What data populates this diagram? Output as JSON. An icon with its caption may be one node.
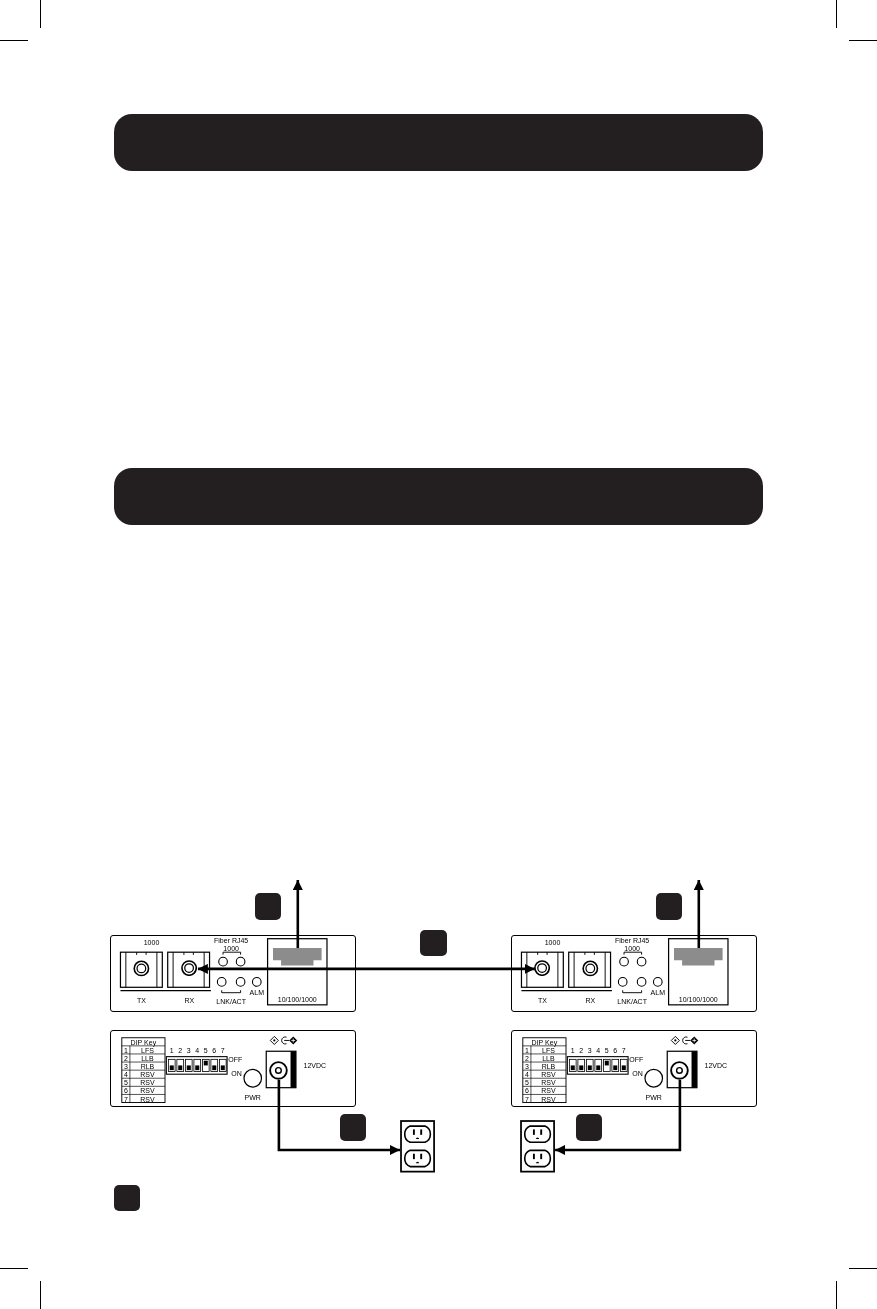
{
  "diagram": {
    "nodes": [
      {
        "text": [],
        "shape": "bar"
      },
      {
        "text": [],
        "shape": "bar"
      },
      {
        "text": [
          "1000",
          "Fiber RJ45",
          "1000",
          "TX",
          "RX",
          "LNK/ACT",
          "ALM",
          "10/100/1000"
        ]
      },
      {
        "text": [],
        "shape": "circle",
        "in": 2
      },
      {
        "text": [],
        "shape": "box",
        "in": 2
      },
      {
        "text": [
          "1000",
          "Fiber RJ45",
          "1000",
          "TX",
          "RX",
          "LNK/ACT",
          "ALM",
          "10/100/1000"
        ]
      },
      {
        "text": [],
        "shape": "circle",
        "in": 5
      },
      {
        "text": [],
        "shape": "box",
        "in": 5
      },
      {
        "text": [
          "DIP Key",
          "1",
          "LFS",
          "2",
          "LLB",
          "3",
          "RLB",
          "4",
          "RSV",
          "5",
          "RSV",
          "6",
          "RSV",
          "7",
          "RSV",
          "1",
          "2",
          "3",
          "4",
          "5",
          "6",
          "7",
          "OFF",
          "ON",
          "PWR",
          "12VDC"
        ]
      },
      {
        "text": [],
        "shape": "circle",
        "in": 8
      },
      {
        "text": [
          "DIP Key",
          "1",
          "LFS",
          "2",
          "LLB",
          "3",
          "RLB",
          "4",
          "RSV",
          "5",
          "RSV",
          "6",
          "RSV",
          "7",
          "RSV",
          "1",
          "2",
          "3",
          "4",
          "5",
          "6",
          "7",
          "OFF",
          "ON",
          "PWR",
          "12VDC"
        ]
      },
      {
        "text": [],
        "shape": "circle",
        "in": 10
      },
      {
        "text": [],
        "shape": "picture"
      },
      {
        "text": [],
        "shape": "picture"
      }
    ],
    "edges": [
      {
        "from": 4,
        "to": null,
        "arrow": "to"
      },
      {
        "from": 3,
        "to": 6,
        "arrow": "both"
      },
      {
        "from": 7,
        "to": null,
        "arrow": "to"
      },
      {
        "from": 9,
        "to": 12,
        "arrow": "to"
      },
      {
        "from": 11,
        "to": 13,
        "arrow": "to"
      }
    ]
  }
}
